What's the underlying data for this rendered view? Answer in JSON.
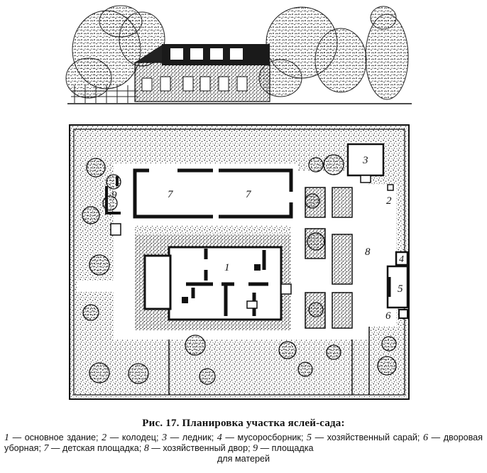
{
  "figure": {
    "title": "Рис. 17. Планировка участка яслей-сада:",
    "legend": [
      {
        "num": "1",
        "text": " — основное здание; "
      },
      {
        "num": "2",
        "text": " — колодец; "
      },
      {
        "num": "3",
        "text": " — ледник; "
      },
      {
        "num": "4",
        "text": " — мусоросборник; "
      },
      {
        "num": "5",
        "text": " — хозяйственный сарай; "
      },
      {
        "num": "6",
        "text": " — дворовая уборная; "
      },
      {
        "num": "7",
        "text": " — детская площадка; "
      },
      {
        "num": "8",
        "text": " — хозяйственный двор; "
      },
      {
        "num": "9",
        "text": " — площадка"
      }
    ],
    "legend_tail": "для матерей"
  },
  "plan_labels": {
    "main_building": "1",
    "well": "2",
    "icehouse": "3",
    "waste_bin": "4",
    "shed": "5",
    "outhouse": "6",
    "playground_left": "7",
    "playground_right": "7",
    "utility_yard": "8",
    "mothers_area": "9"
  }
}
